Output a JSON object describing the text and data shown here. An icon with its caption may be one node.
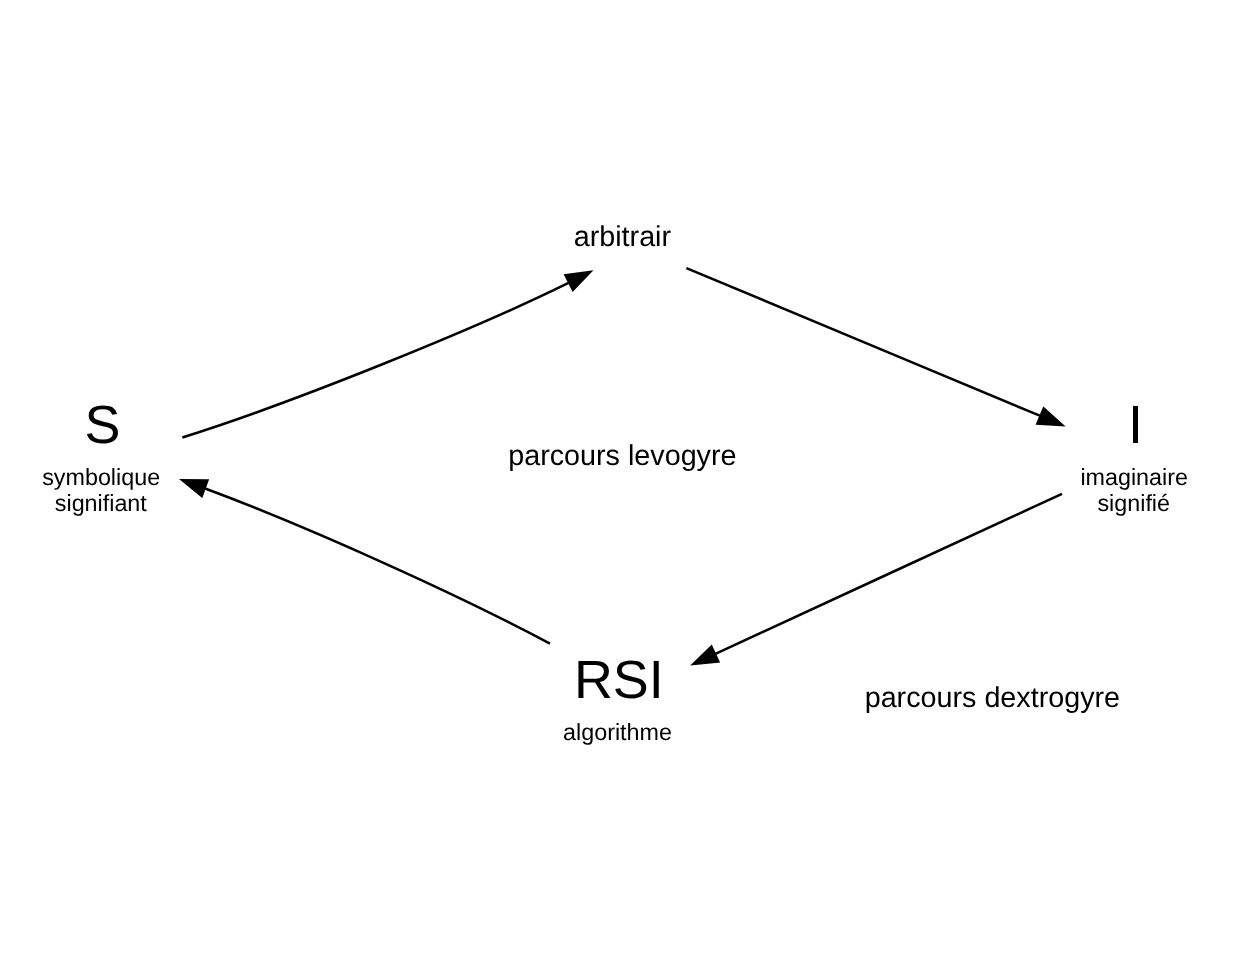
{
  "diagram": {
    "nodes": [
      {
        "text": [
          "arbitrair"
        ]
      },
      {
        "text": [
          "I"
        ],
        "beside": [
          "imaginaire",
          "signifié"
        ]
      },
      {
        "text": [
          "RSI"
        ],
        "beside": [
          "algorithme"
        ]
      },
      {
        "text": [
          "S"
        ],
        "beside": [
          "symbolique",
          "signifiant"
        ]
      }
    ],
    "edges": [
      {
        "from": 0,
        "to": 1,
        "arrow": "to"
      },
      {
        "from": 1,
        "to": 2,
        "arrow": "to"
      },
      {
        "from": 2,
        "to": 3,
        "arrow": "to"
      },
      {
        "from": 3,
        "to": 0,
        "arrow": "to"
      }
    ],
    "labels": [
      "parcours levogyre",
      "parcours dextrogyre"
    ]
  }
}
